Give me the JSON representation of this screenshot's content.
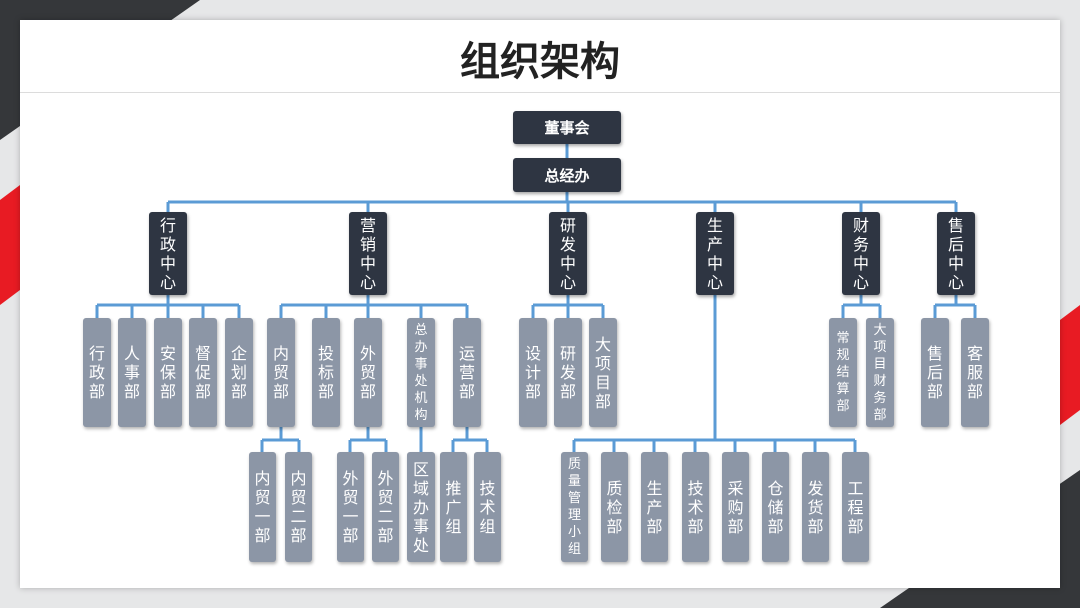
{
  "title": "组织架构",
  "colors": {
    "background": "#e6e7e8",
    "card": "#ffffff",
    "accent_red": "#e81b23",
    "accent_dark": "#35373a",
    "node_dark": "#2e3542",
    "node_light": "#8c96a6",
    "connector": "#5b9bd5"
  },
  "nodes": {
    "board": "董事会",
    "gm_office": "总经办",
    "admin_center": "行政中心",
    "marketing_center": "营销中心",
    "rd_center": "研发中心",
    "production_center": "生产中心",
    "finance_center": "财务中心",
    "aftersales_center": "售后中心",
    "admin_dept": "行政部",
    "hr_dept": "人事部",
    "security_dept": "安保部",
    "supervision_dept": "督促部",
    "planning_dept": "企划部",
    "domestic_trade_dept": "内贸部",
    "bidding_dept": "投标部",
    "foreign_trade_dept": "外贸部",
    "gm_office_branch": "总办事处机构",
    "operations_dept": "运营部",
    "domestic_trade_1": "内贸一部",
    "domestic_trade_2": "内贸二部",
    "foreign_trade_1": "外贸一部",
    "foreign_trade_2": "外贸二部",
    "regional_office": "区域办事处",
    "promotion_group": "推广组",
    "tech_group": "技术组",
    "design_dept": "设计部",
    "research_dept": "研发部",
    "major_projects_dept": "大项目部",
    "quality_group": "质量管理小组",
    "qc_dept": "质检部",
    "production_dept": "生产部",
    "technical_dept": "技术部",
    "purchasing_dept": "采购部",
    "warehouse_dept": "仓储部",
    "shipping_dept": "发货部",
    "engineering_dept": "工程部",
    "regular_settlement_dept": "常规结算部",
    "major_project_finance_dept": "大项目财务部",
    "aftersales_dept": "售后部",
    "customer_service_dept": "客服部"
  }
}
